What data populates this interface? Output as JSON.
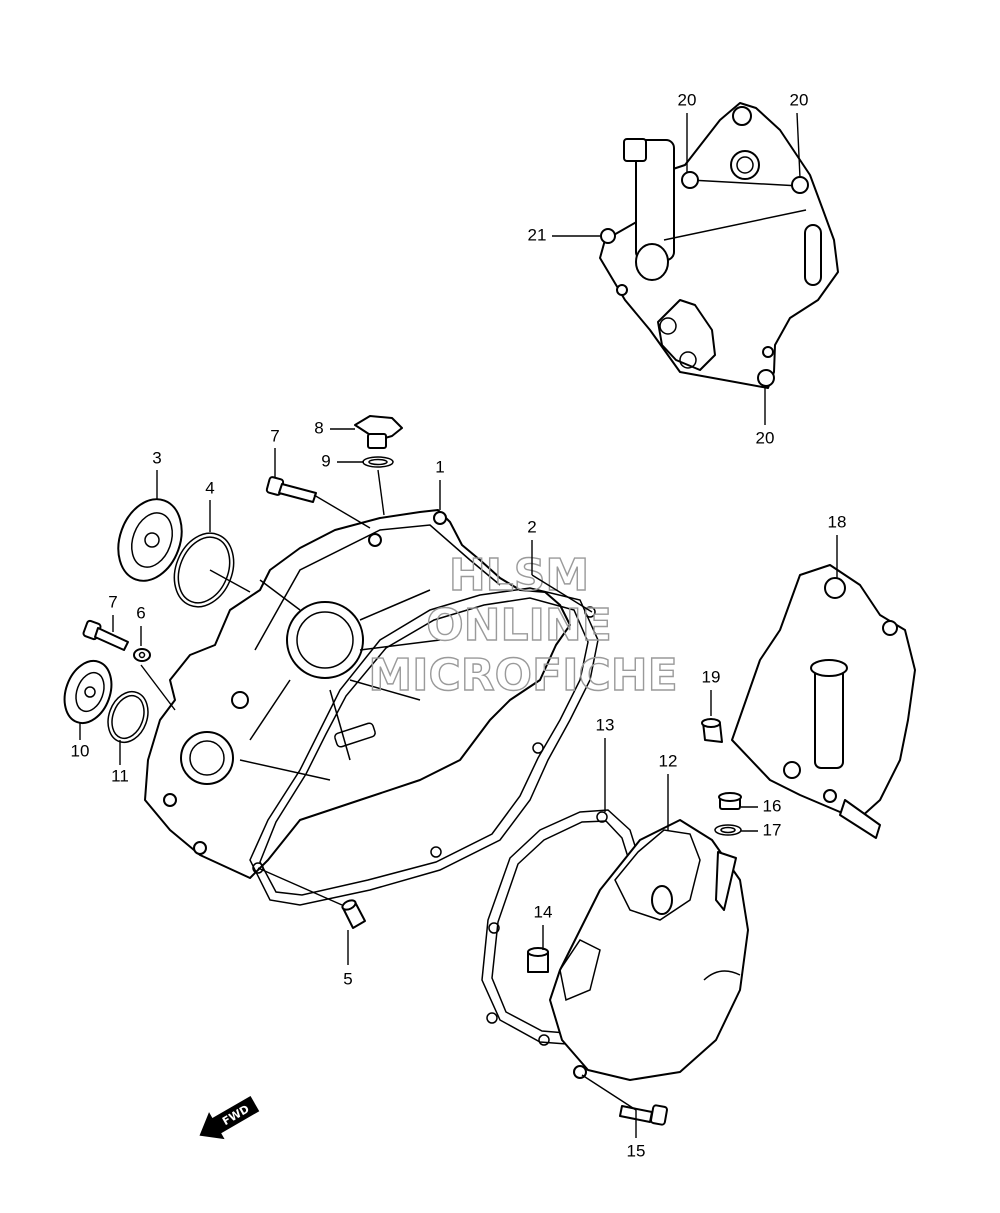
{
  "watermark": {
    "line1": "HLSM",
    "line2": "ONLINE",
    "line3": "MICROFICHE"
  },
  "arrow": {
    "label": "FWD",
    "icon": "fwd-arrow-icon"
  },
  "callouts": [
    {
      "id": "c1",
      "label": "1"
    },
    {
      "id": "c2",
      "label": "2"
    },
    {
      "id": "c3",
      "label": "3"
    },
    {
      "id": "c4",
      "label": "4"
    },
    {
      "id": "c5",
      "label": "5"
    },
    {
      "id": "c6",
      "label": "6"
    },
    {
      "id": "c7a",
      "label": "7"
    },
    {
      "id": "c7b",
      "label": "7"
    },
    {
      "id": "c8",
      "label": "8"
    },
    {
      "id": "c9",
      "label": "9"
    },
    {
      "id": "c10",
      "label": "10"
    },
    {
      "id": "c11",
      "label": "11"
    },
    {
      "id": "c12",
      "label": "12"
    },
    {
      "id": "c13",
      "label": "13"
    },
    {
      "id": "c14",
      "label": "14"
    },
    {
      "id": "c15",
      "label": "15"
    },
    {
      "id": "c16",
      "label": "16"
    },
    {
      "id": "c17",
      "label": "17"
    },
    {
      "id": "c18",
      "label": "18"
    },
    {
      "id": "c19",
      "label": "19"
    },
    {
      "id": "c20a",
      "label": "20"
    },
    {
      "id": "c20b",
      "label": "20"
    },
    {
      "id": "c20c",
      "label": "20"
    },
    {
      "id": "c21",
      "label": "21"
    }
  ]
}
